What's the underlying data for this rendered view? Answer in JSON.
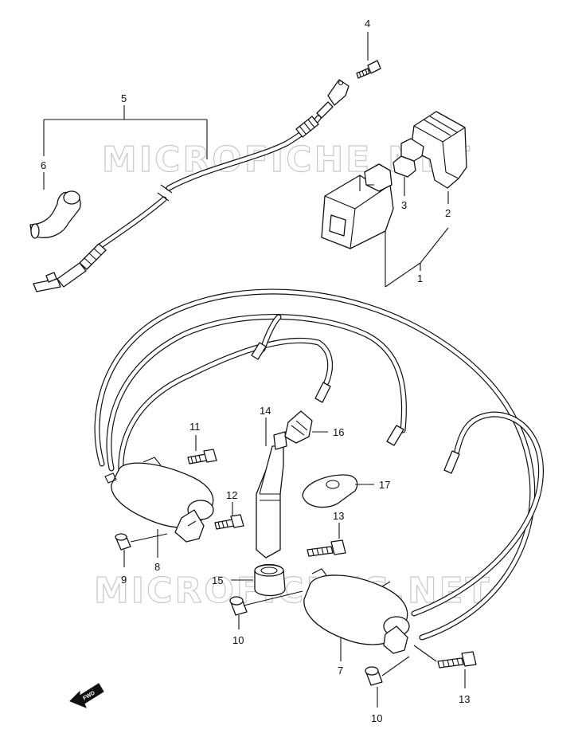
{
  "watermarks": [
    "MICROFICHE.NET",
    "MICROFICHES.NET"
  ],
  "fwd_label": "FWD",
  "callouts": {
    "p1": "1",
    "p2": "2",
    "p3": "3",
    "p4": "4",
    "p5": "5",
    "p6": "6",
    "p7": "7",
    "p8": "8",
    "p9": "9",
    "p10a": "10",
    "p10b": "10",
    "p11": "11",
    "p12": "12",
    "p13a": "13",
    "p13b": "13",
    "p14": "14",
    "p15": "15",
    "p16": "16",
    "p17": "17"
  }
}
